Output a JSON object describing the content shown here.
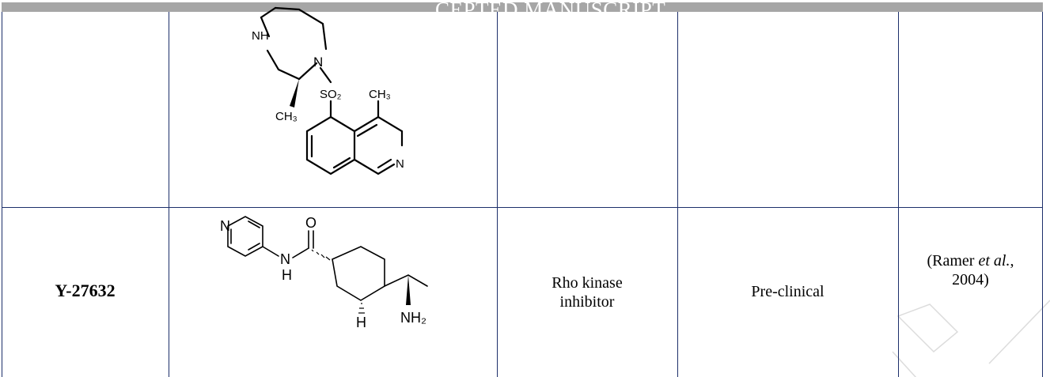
{
  "header": {
    "watermark_text": "CEPTED MANUSCRIPT"
  },
  "table": {
    "rows": [
      {
        "drug": "",
        "structure_labels": [
          "NH",
          "N",
          "SO₂",
          "CH₃",
          "CH₃",
          "N"
        ],
        "mechanism": "",
        "status": "",
        "reference": ""
      },
      {
        "drug": "Y-27632",
        "structure_labels": [
          "N",
          "O",
          "N",
          "H",
          "H",
          "NH₂"
        ],
        "mechanism_lines": [
          "Rho kinase",
          "inhibitor"
        ],
        "status": "Pre-clinical",
        "reference_lines": [
          "(Ramer et al.,",
          "2004)"
        ]
      }
    ]
  },
  "colors": {
    "rule": "#1d2f6b",
    "header_band": "#a6a6a6"
  }
}
